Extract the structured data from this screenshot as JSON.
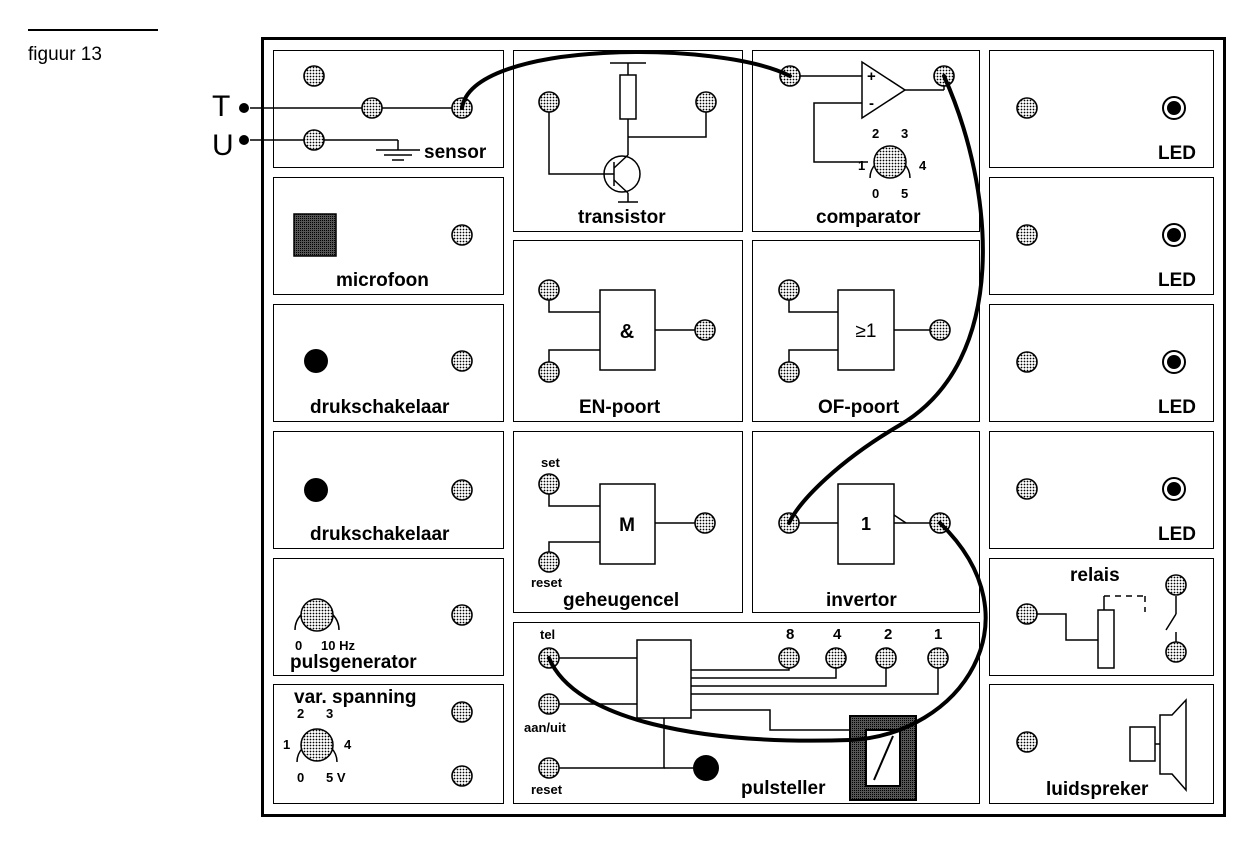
{
  "figure_caption": "figuur 13",
  "inputs": {
    "t": "T",
    "u": "U"
  },
  "modules": {
    "sensor": "sensor",
    "microfoon": "microfoon",
    "drukschakelaar_1": "drukschakelaar",
    "drukschakelaar_2": "drukschakelaar",
    "pulsgenerator": "pulsgenerator",
    "var_spanning": "var. spanning",
    "transistor": "transistor",
    "en_poort": "EN-poort",
    "geheugencel": "geheugencel",
    "pulsteller": "pulsteller",
    "comparator": "comparator",
    "of_poort": "OF-poort",
    "invertor": "invertor",
    "led_1": "LED",
    "led_2": "LED",
    "led_3": "LED",
    "led_4": "LED",
    "relais": "relais",
    "luidspreker": "luidspreker"
  },
  "symbols": {
    "and_gate": "&",
    "or_gate": "≥1",
    "memory": "M",
    "inverter": "1",
    "plus": "+",
    "minus": "-"
  },
  "small_labels": {
    "set": "set",
    "reset": "reset",
    "tel": "tel",
    "aan_uit": "aan/uit",
    "reset_counter": "reset",
    "bit_8": "8",
    "bit_4": "4",
    "bit_2": "2",
    "bit_1": "1",
    "puls_min": "0",
    "puls_max": "10 Hz",
    "var_2": "2",
    "var_3": "3",
    "var_1": "1",
    "var_4": "4",
    "var_0": "0",
    "var_5v": "5 V",
    "comp_2": "2",
    "comp_3": "3",
    "comp_1": "1",
    "comp_4": "4",
    "comp_0": "0",
    "comp_5": "5"
  }
}
